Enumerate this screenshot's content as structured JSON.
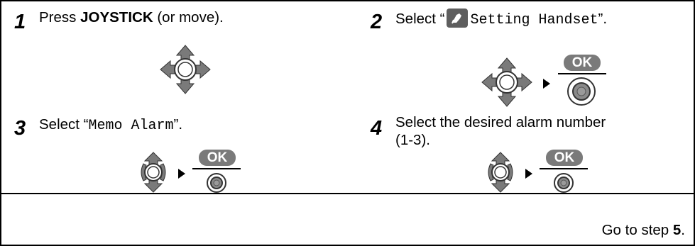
{
  "steps": [
    {
      "number": "1",
      "text_before": "Press ",
      "text_bold": "JOYSTICK",
      "text_after": " (or move)."
    },
    {
      "number": "2",
      "text_before": "Select “",
      "text_mono": "Setting Handset",
      "text_after": "”."
    },
    {
      "number": "3",
      "text_before": "Select “",
      "text_mono": "Memo Alarm",
      "text_after": "”."
    },
    {
      "number": "4",
      "line1": "Select the desired alarm number",
      "line2": "(1-3)."
    }
  ],
  "ok_label": "OK",
  "footer": {
    "text_before": "Go to step ",
    "text_bold": "5",
    "text_after": "."
  },
  "icons": {
    "joystick_4way": "joystick-4way-icon",
    "joystick_updown": "joystick-updown-icon",
    "ok_button": "ok-button-icon",
    "arrow": "arrow-right-icon",
    "setting_handset": "setting-handset-icon"
  },
  "colors": {
    "icon_gray": "#7a7a7a",
    "icon_light": "#ffffff",
    "border": "#000000"
  }
}
